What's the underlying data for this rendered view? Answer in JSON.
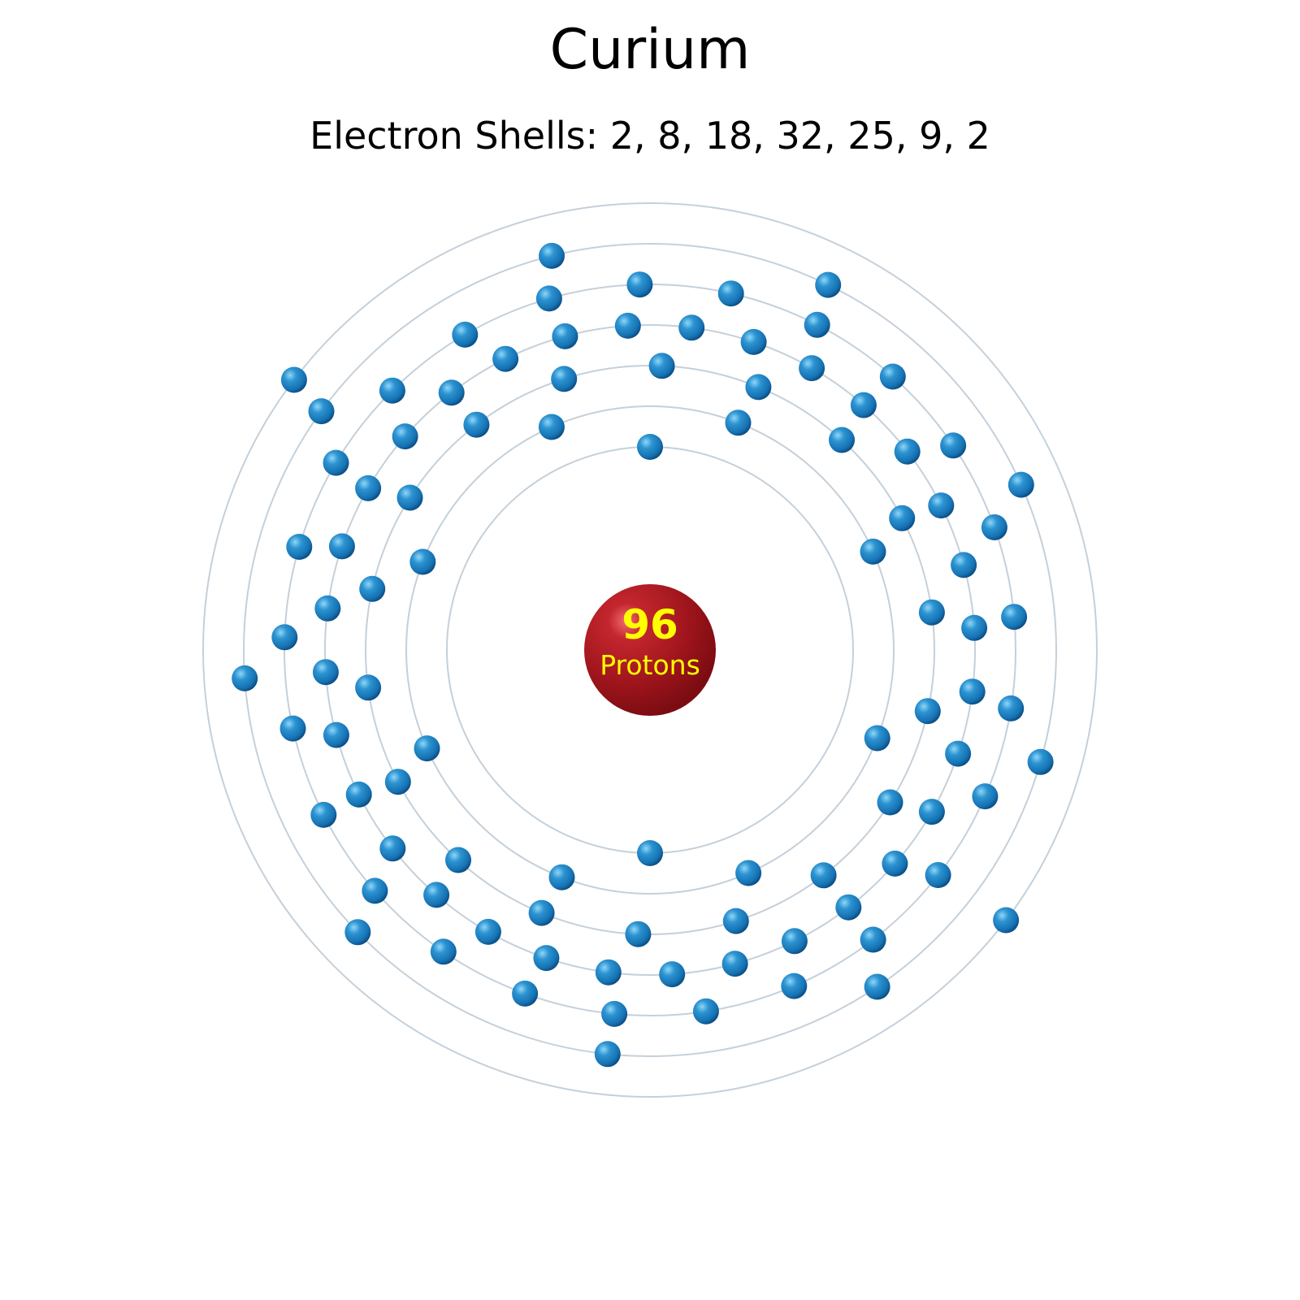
{
  "title": "Curium",
  "subtitle": "Electron Shells: 2, 8, 18, 32, 25, 9, 2",
  "nucleus": {
    "number": "96",
    "label": "Protons"
  },
  "shells": [
    2,
    8,
    18,
    32,
    25,
    9,
    2
  ],
  "colors": {
    "orbit": "#c4d0da",
    "electron": "#1a7fc1",
    "electron_highlight": "#6cc4f0",
    "electron_shadow": "#0b4f85",
    "nucleus": "#a0141b",
    "nucleus_highlight": "#e0464c",
    "nucleus_text": "#ffff00"
  }
}
